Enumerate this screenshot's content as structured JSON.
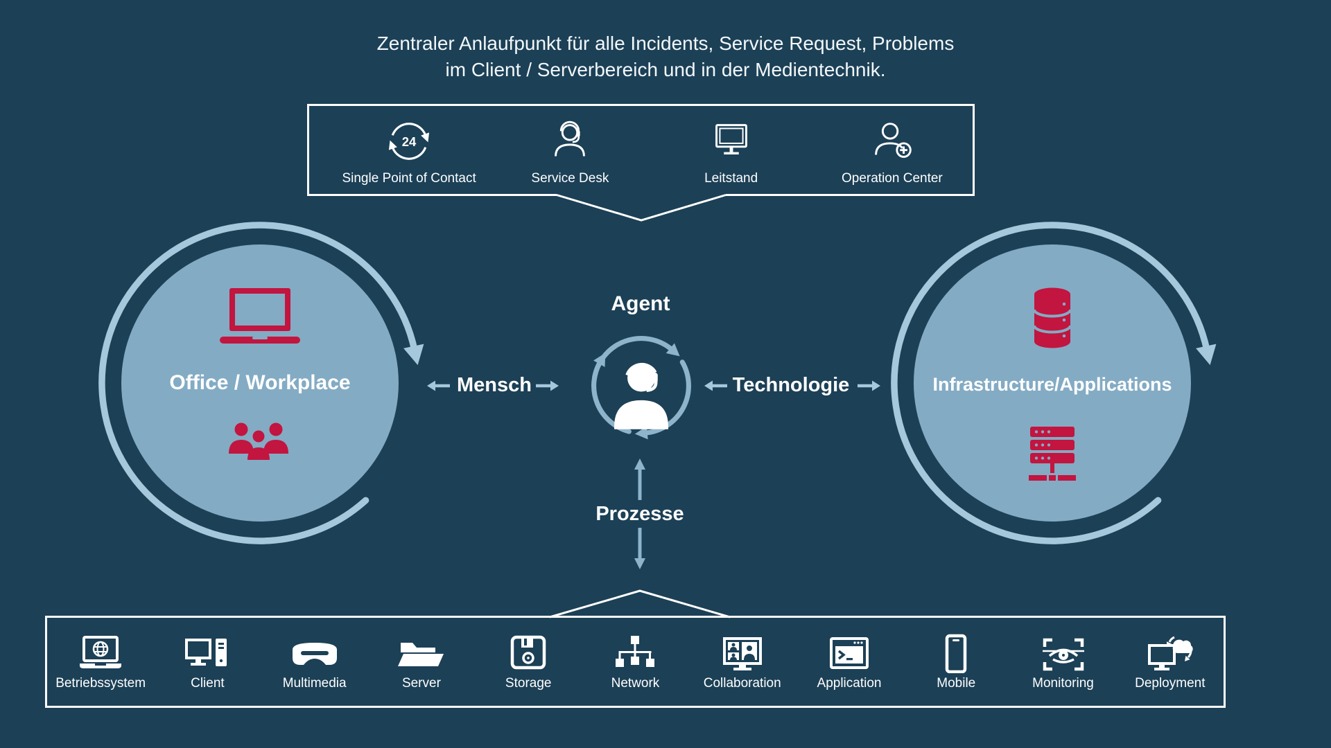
{
  "colors": {
    "bg": "#1c4056",
    "ring": "#a6c8dd",
    "cycle": "#8db4cb",
    "circle": "#83abc4",
    "red": "#c2153f",
    "text": "#ffffff",
    "title": "#f2f7fa"
  },
  "title": {
    "line1": "Zentraler Anlaufpunkt für alle Incidents, Service Request, Problems",
    "line2": "im Client / Serverbereich und in der Medientechnik."
  },
  "top_panel": {
    "items": [
      {
        "label": "Single Point of Contact",
        "icon": "cycle-24h-icon",
        "icon_text": "24"
      },
      {
        "label": "Service Desk",
        "icon": "headset-person-icon"
      },
      {
        "label": "Leitstand",
        "icon": "monitor-icon"
      },
      {
        "label": "Operation Center",
        "icon": "person-add-icon"
      }
    ]
  },
  "left_circle": {
    "label": "Office / Workplace",
    "icons": [
      "laptop-icon",
      "people-group-icon"
    ]
  },
  "right_circle": {
    "label": "Infrastructure/Applications",
    "icons": [
      "database-icon",
      "server-rack-icon"
    ]
  },
  "center": {
    "agent": "Agent",
    "human": "Mensch",
    "technology": "Technologie",
    "process": "Prozesse"
  },
  "bottom_panel": {
    "items": [
      {
        "label": "Betriebssystem",
        "icon": "laptop-globe-icon"
      },
      {
        "label": "Client",
        "icon": "desktop-tower-icon"
      },
      {
        "label": "Multimedia",
        "icon": "vr-goggles-icon"
      },
      {
        "label": "Server",
        "icon": "folder-icon"
      },
      {
        "label": "Storage",
        "icon": "floppy-disk-icon"
      },
      {
        "label": "Network",
        "icon": "network-tree-icon"
      },
      {
        "label": "Collaboration",
        "icon": "video-call-icon"
      },
      {
        "label": "Application",
        "icon": "terminal-window-icon"
      },
      {
        "label": "Mobile",
        "icon": "smartphone-icon"
      },
      {
        "label": "Monitoring",
        "icon": "eye-scan-icon"
      },
      {
        "label": "Deployment",
        "icon": "cloud-sync-monitor-icon"
      }
    ]
  }
}
